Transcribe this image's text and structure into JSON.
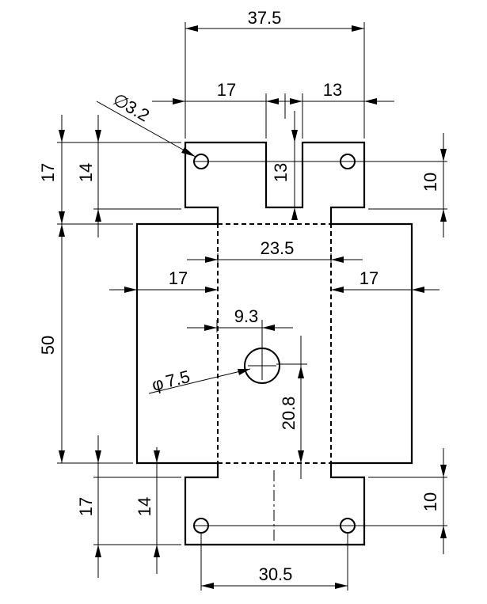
{
  "dimensions": {
    "overall_width": "37.5",
    "left_of_slot": "17",
    "right_of_slot": "13",
    "small_hole_diameter": "3.2",
    "top_tab_height_17": "17",
    "top_tab_height_14": "14",
    "slot_depth": "13",
    "top_hole_offset": "10",
    "fold_spacing": "23.5",
    "left_flap": "17",
    "right_flap": "17",
    "center_hole_offset_x": "9.3",
    "big_hole_diameter": "7.5",
    "main_height": "50",
    "center_hole_offset_y": "20.8",
    "bottom_tab_height_17": "17",
    "bottom_tab_height_14": "14",
    "bottom_hole_offset": "10",
    "bottom_hole_spacing": "30.5"
  },
  "symbols": {
    "diameter": "∅",
    "diameter_alt": "φ"
  }
}
